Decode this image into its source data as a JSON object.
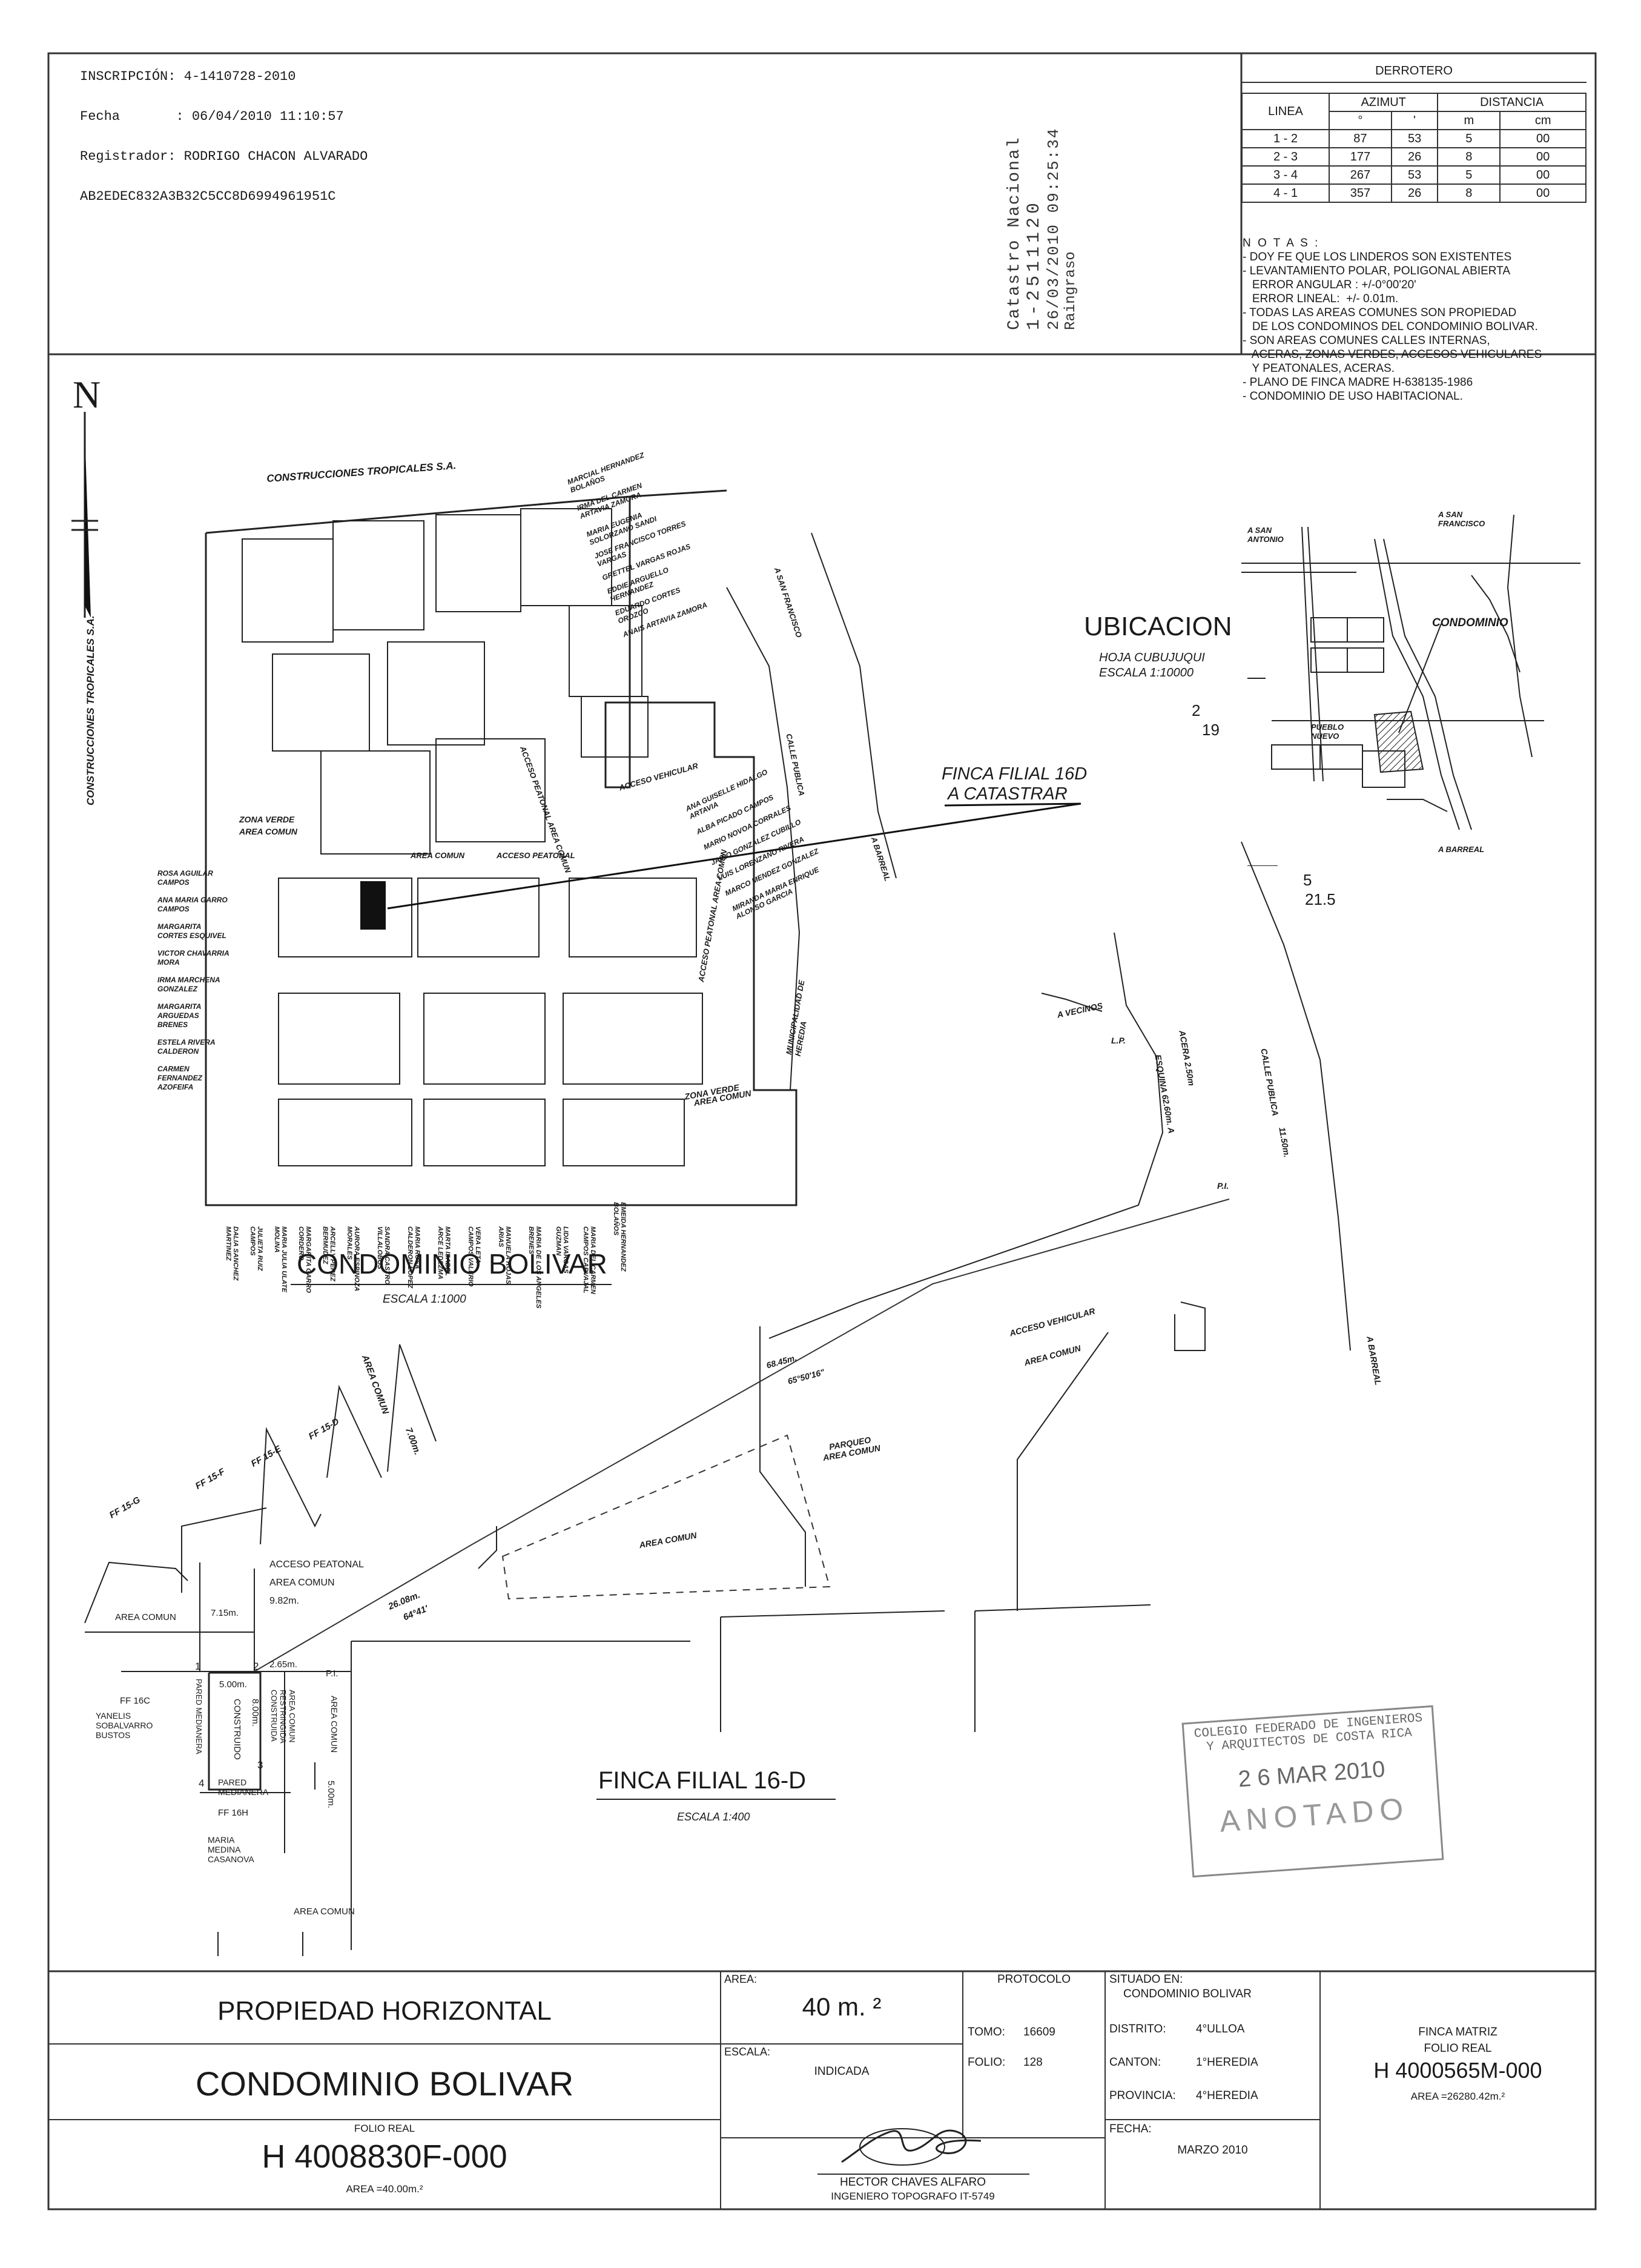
{
  "registration": {
    "inscripcion": "INSCRIPCIÓN: 4-1410728-2010",
    "fecha": "Fecha       : 06/04/2010 11:10:57",
    "registrador": "Registrador: RODRIGO CHACON ALVARADO",
    "hash": "AB2EDEC832A3B32C5CC8D6994961951C"
  },
  "catastro": {
    "line1": "Catastro Nacional",
    "line2": "1-2511120",
    "line3": "26/03/2010 09:25:34",
    "line4": "Raingraso"
  },
  "derrotero": {
    "title": "DERROTERO",
    "headers": [
      "LINEA",
      "AZIMUT",
      "DISTANCIA"
    ],
    "subheaders": [
      "°",
      "'",
      "m",
      "cm"
    ],
    "rows": [
      [
        "1 - 2",
        "87",
        "53",
        "5",
        "00"
      ],
      [
        "2 - 3",
        "177",
        "26",
        "8",
        "00"
      ],
      [
        "3 - 4",
        "267",
        "53",
        "5",
        "00"
      ],
      [
        "4 - 1",
        "357",
        "26",
        "8",
        "00"
      ]
    ]
  },
  "notas": {
    "title": "N O T A S :",
    "items": [
      "- DOY FE QUE LOS LINDEROS SON EXISTENTES",
      "- LEVANTAMIENTO POLAR, POLIGONAL ABIERTA",
      "   ERROR ANGULAR : +/-0°00'20'",
      "   ERROR LINEAL:  +/- 0.01m.",
      "- TODAS LAS AREAS COMUNES SON PROPIEDAD",
      "   DE LOS CONDOMINOS DEL CONDOMINIO BOLIVAR.",
      "- SON AREAS COMUNES CALLES INTERNAS,",
      "   ACERAS, ZONAS VERDES, ACCESOS VEHICULARES",
      "   Y PEATONALES, ACERAS.",
      "- PLANO DE FINCA MADRE H-638135-1986",
      "- CONDOMINIO DE USO HABITACIONAL."
    ]
  },
  "north": "N",
  "ubicacion": {
    "title": "UBICACION",
    "hoja": "HOJA CUBUJUQUI",
    "escala": "ESCALA 1:10000",
    "condominio": "CONDOMINIO",
    "san_antonio": "A SAN ANTONIO",
    "san_francisco": "A SAN FRANCISCO",
    "pueblo_nuevo": "PUEBLO NUEVO",
    "barreal": "A BARREAL",
    "grid_top": "2",
    "grid_top2": "19",
    "grid_bottom": "5",
    "grid_bottom2": "21.5"
  },
  "condominio_plan": {
    "title": "CONDOMINIO BOLIVAR",
    "scale": "ESCALA 1:1000",
    "construcciones_top": "CONSTRUCCIONES TROPICALES S.A.",
    "construcciones_side": "CONSTRUCCIONES TROPICALES S.A.",
    "zona_verde": "ZONA VERDE",
    "area_comun": "AREA COMUN",
    "acceso_peatonal": "ACCESO PEATONAL",
    "acceso_vehicular": "ACCESO VEHICULAR",
    "acceso_peatonal_area": "ACCESO PEATONAL AREA COMUN",
    "calle_publica": "CALLE PUBLICA",
    "a_san_francisco": "A SAN FRANCISCO",
    "a_barreal": "A BARREAL",
    "municipalidad": "MUNICIPALIDAD DE HEREDIA",
    "finca_filial": "FINCA FILIAL 16D",
    "a_catastrar": "A CATASTRAR",
    "left_owners": [
      "ROSA AGUILAR CAMPOS",
      "ANA MARIA GARRO CAMPOS",
      "MARGARITA CORTES ESQUIVEL",
      "VICTOR CHAVARRIA MORA",
      "IRMA MARCHENA GONZALEZ",
      "MARGARITA ARGUEDAS BRENES",
      "ESTELA RIVERA CALDERON",
      "CARMEN FERNANDEZ AZOFEIFA"
    ],
    "top_owners": [
      "MARCIAL HERNANDEZ BOLAÑOS",
      "IRMA DEL CARMEN ARTAVIA ZAMORA",
      "MARIA EUGENIA SOLORZANO SANDI",
      "JOSE FRANCISCO TORRES VARGAS",
      "GRETTEL VARGAS ROJAS",
      "EDDIE ARGUELLO HERNANDEZ",
      "EDUARDO CORTES OROZCO",
      "ANAIS ARTAVIA ZAMORA"
    ],
    "right_owners": [
      "ANA GUISELLE HIDALGO ARTAVIA",
      "ALBA PICADO CAMPOS",
      "MARIO NOVOA CORRALES",
      "JAIRO GONZALEZ CUBILLO",
      "LUIS LORENZANO RIVERA",
      "MARCO MENDEZ GONZALEZ",
      "MIRANDA MARIA ENRIQUE ALONSO GARCIA"
    ],
    "bottom_owners": [
      "DALIA SANCHEZ MARTINEZ",
      "JULIETA RUIZ CAMPOS",
      "MARIA JULIA ULATE MOLINA",
      "MARGARITA GARRO CORDERO",
      "ARCELLY PEREZ BERMUDEZ",
      "AURORA ESPINOZA MORALES",
      "SANDRA CASTRO VILLALOBOS",
      "MARIA ROSA CALDERON LOPEZ",
      "MARTA ISABEL ARCE LEDEZMA",
      "VERA LETA CAMPOS VALERIO",
      "MANUELA ROJAS ARIAS",
      "MARIA DE LOS ANGELES BRENES",
      "LIDIA VARGAS GUZMAN",
      "MARIA DEL CARMEN CAMPOS CARVAJAL",
      "EMEIDA HERNANDEZ BOLAÑOS"
    ]
  },
  "street": {
    "vecinos": "A VECINOS",
    "lp": "L.P.",
    "acera": "ACERA 2.50m",
    "esquina": "ESQUINA 62.60m. A",
    "calle": "CALLE PUBLICA",
    "dist": "11.50m.",
    "pi": "P.I.",
    "acceso_vehicular": "ACCESO VEHICULAR",
    "area_comun": "AREA COMUN",
    "d1": "68.45m.",
    "a1": "65°50'16\"",
    "parqueo": "PARQUEO AREA COMUN",
    "barreal": "A BARREAL"
  },
  "finca_plan": {
    "title": "FINCA FILIAL 16-D",
    "scale": "ESCALA 1:400",
    "ff15g": "FF 15-G",
    "ff15f": "FF 15-F",
    "ff15e": "FF 15-E",
    "ff15d": "FF 15-D",
    "area_comun": "AREA COMUN",
    "dist7": "7.00m.",
    "acceso": "ACCESO PEATONAL",
    "acceso2": "AREA COMUN",
    "dist982": "9.82m.",
    "dist26": "26.08m.",
    "ang26": "64°41'",
    "dist715": "7.15m.",
    "dist265": "2.65m.",
    "pi": "P.I.",
    "d500a": "5.00m.",
    "d800": "8.00m.",
    "d500b": "5.00m.",
    "construido": "CONSTRUIDO",
    "pared1": "PARED MEDIANERA",
    "pared2": "PARED MEDIANERA",
    "restringida": "AREA COMUN RESTRINGIDA CONSTRUIDA",
    "area_comun_r": "AREA COMUN",
    "area_comun_bot": "AREA COMUN",
    "ff16c": "FF 16C",
    "ff16c_owner": "YANELIS SOBALVARRO BUSTOS",
    "ff16h": "FF 16H",
    "ff16h_owner": "MARIA MEDINA CASANOVA",
    "p1": "1",
    "p2": "2",
    "p3": "3",
    "p4": "4",
    "area_comun_mid": "AREA COMUN"
  },
  "stamp": {
    "line1": "COLEGIO FEDERADO DE INGENIEROS",
    "line2": "Y ARQUITECTOS DE COSTA RICA",
    "date": "2 6 MAR 2010",
    "anotado": "ANOTADO"
  },
  "title_block": {
    "propiedad": "PROPIEDAD HORIZONTAL",
    "condominio": "CONDOMINIO BOLIVAR",
    "folio_real_label": "FOLIO REAL",
    "folio_real": "H 4008830F-000",
    "area_small": "AREA =40.00m.²",
    "area_label": "AREA:",
    "area_value": "40 m. ²",
    "escala_label": "ESCALA:",
    "escala_value": "INDICADA",
    "protocolo": "PROTOCOLO",
    "tomo_label": "TOMO:",
    "tomo_value": "16609",
    "folio_label": "FOLIO:",
    "folio_value": "128",
    "situado_label": "SITUADO EN:",
    "situado_value": "CONDOMINIO BOLIVAR",
    "distrito_label": "DISTRITO:",
    "distrito_value": "4°ULLOA",
    "canton_label": "CANTON:",
    "canton_value": "1°HEREDIA",
    "provincia_label": "PROVINCIA:",
    "provincia_value": "4°HEREDIA",
    "fecha_label": "FECHA:",
    "fecha_value": "MARZO 2010",
    "finca_matriz": "FINCA MATRIZ",
    "fm_folio_label": "FOLIO REAL",
    "fm_folio": "H 4000565M-000",
    "fm_area": "AREA =26280.42m.²",
    "engineer": "HECTOR CHAVES ALFARO",
    "engineer_title": "INGENIERO TOPOGRAFO IT-5749"
  }
}
